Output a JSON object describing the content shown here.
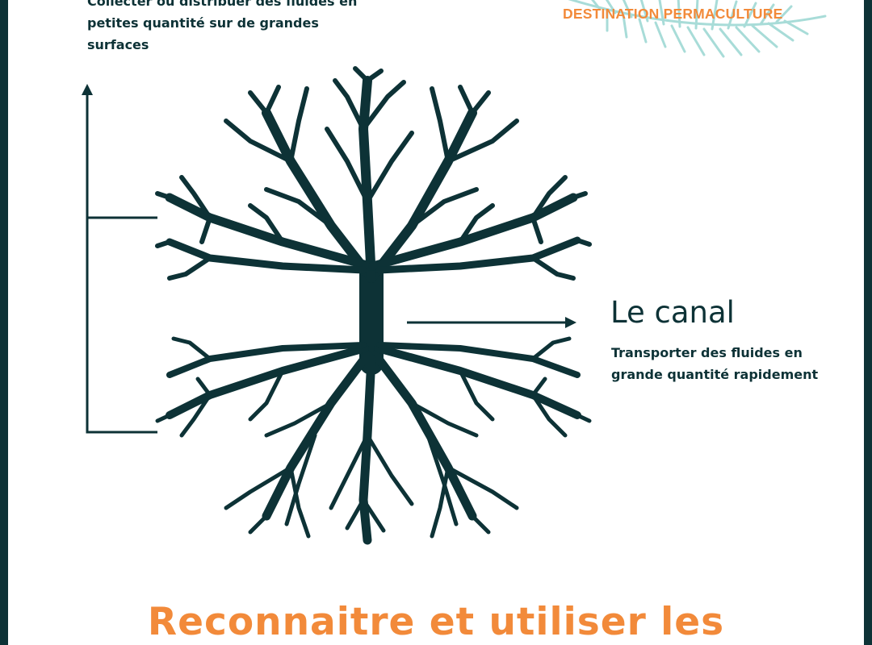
{
  "top_description": "Collecter ou distribuer des fluides en petites quantité sur de grandes surfaces",
  "brand": "DESTINATION PERMACULTURE",
  "canal": {
    "title": "Le canal",
    "description": "Transporter des fluides en grande quantité rapidement"
  },
  "bottom_title": "Reconnaitre et utiliser les",
  "colors": {
    "dark": "#0d3236",
    "accent": "#f28a3a",
    "leaf": "#a8dcd8",
    "background": "#ffffff"
  },
  "icons": {
    "tree": "tree-with-roots-icon",
    "leaf": "palm-leaf-icon"
  }
}
